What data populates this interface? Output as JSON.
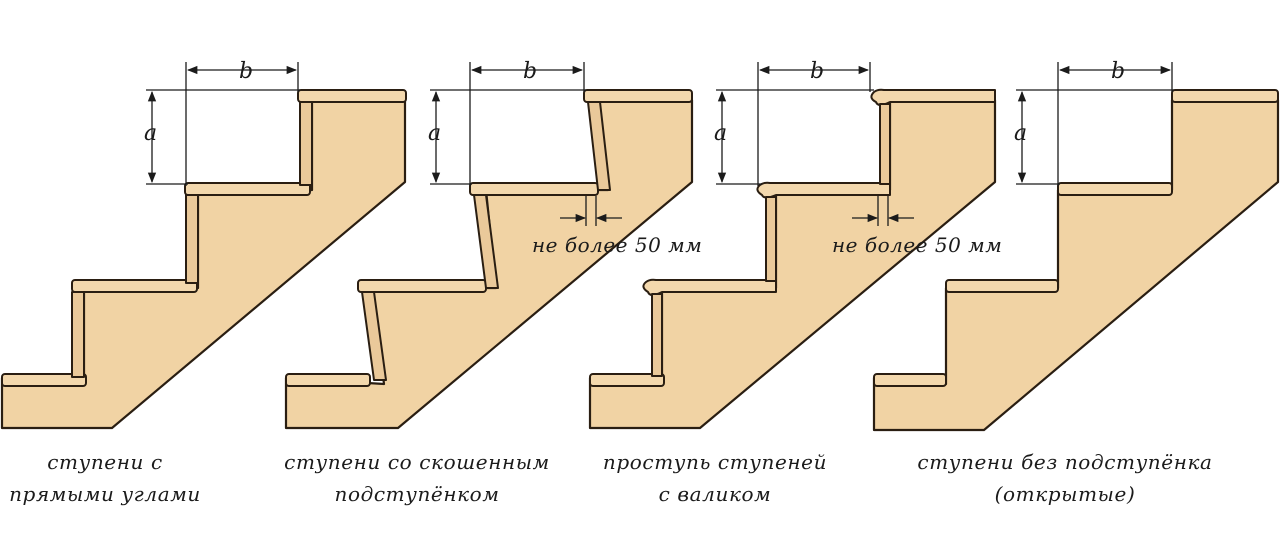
{
  "dimensions": {
    "a_label": "a",
    "b_label": "b"
  },
  "notes": {
    "max_overhang": "не более 50 мм"
  },
  "panels": [
    {
      "caption_line1": "ступени с",
      "caption_line2": "прямыми углами"
    },
    {
      "caption_line1": "ступени со скошенным",
      "caption_line2": "подступёнком"
    },
    {
      "caption_line1": "проступь ступеней",
      "caption_line2": "с валиком"
    },
    {
      "caption_line1": "ступени без подступёнка",
      "caption_line2": "(открытые)"
    }
  ],
  "colors": {
    "wood": "#f1d3a4",
    "outline": "#2a1e12"
  }
}
